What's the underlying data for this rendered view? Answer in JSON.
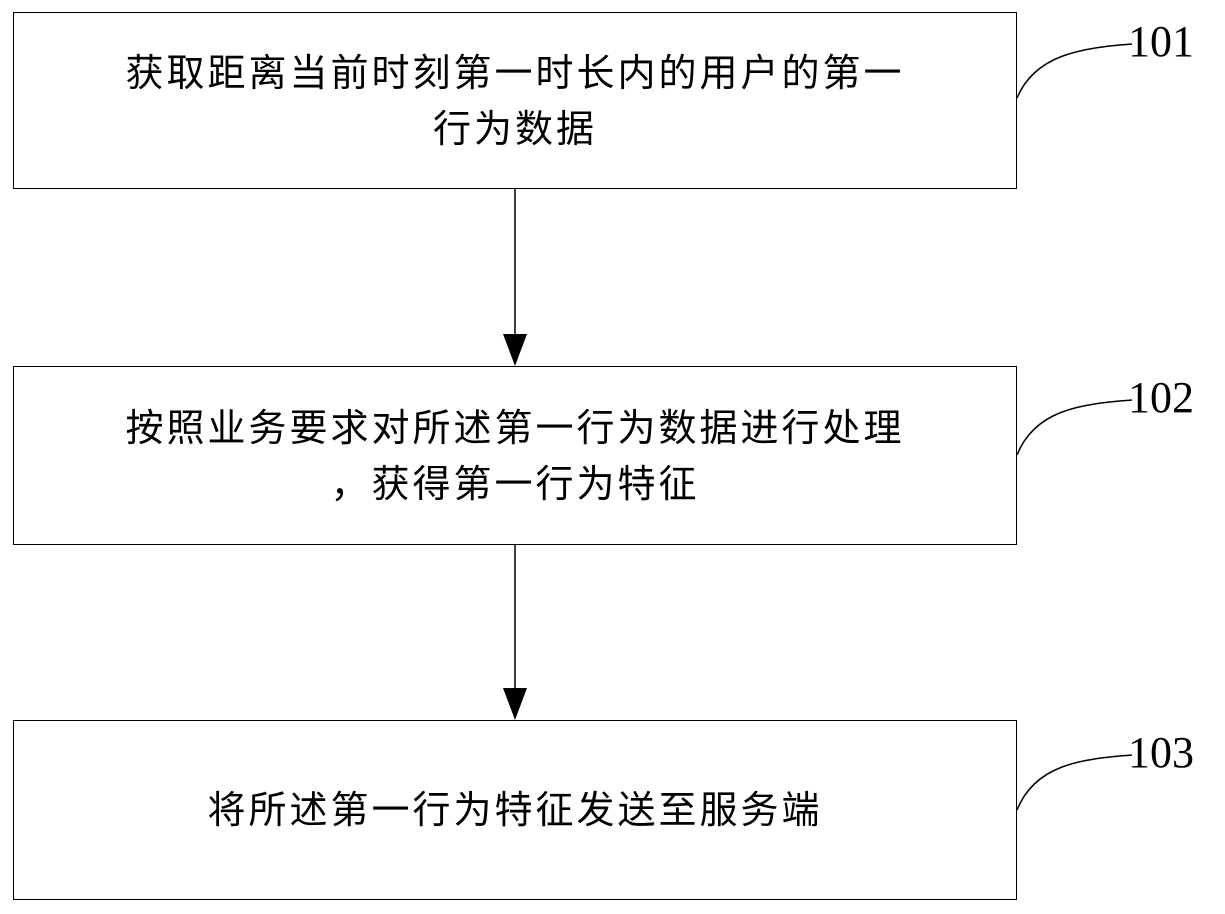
{
  "steps": [
    {
      "number": "101",
      "lines": [
        "获取距离当前时刻第一时长内的用户的第一",
        "行为数据"
      ]
    },
    {
      "number": "102",
      "lines": [
        "按照业务要求对所述第一行为数据进行处理",
        "，获得第一行为特征"
      ]
    },
    {
      "number": "103",
      "lines": [
        "将所述第一行为特征发送至服务端"
      ]
    }
  ]
}
